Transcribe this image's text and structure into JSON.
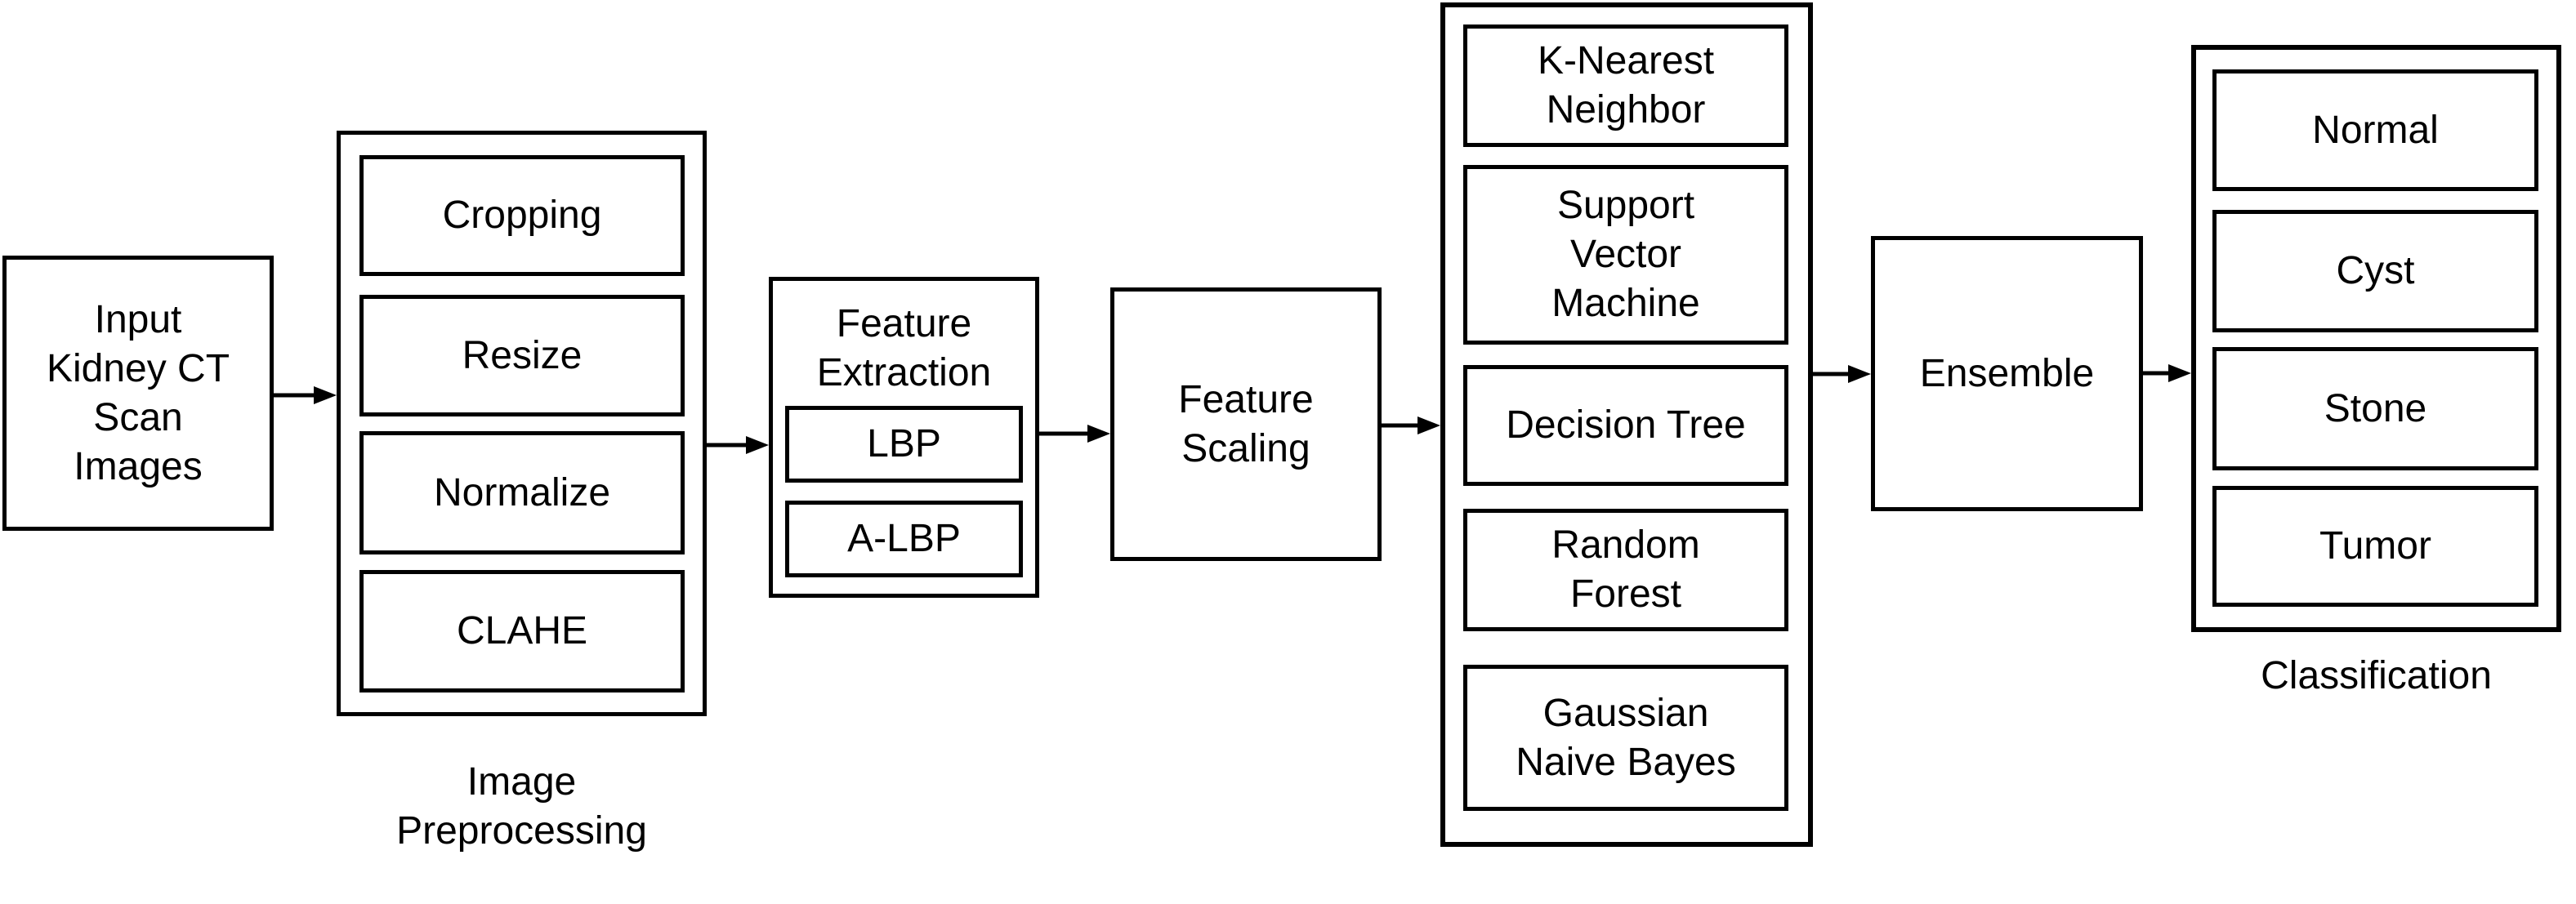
{
  "colors": {
    "stroke": "#000000",
    "background": "#ffffff",
    "text": "#000000"
  },
  "nodes": {
    "input": {
      "label": "Input\nKidney CT\nScan\nImages"
    },
    "feature_scaling": {
      "label": "Feature\nScaling"
    },
    "ensemble": {
      "label": "Ensemble"
    }
  },
  "groups": {
    "preprocessing": {
      "caption": "Image\nPreprocessing",
      "items": [
        "Cropping",
        "Resize",
        "Normalize",
        "CLAHE"
      ]
    },
    "feature_extraction": {
      "title": "Feature\nExtraction",
      "items": [
        "LBP",
        "A-LBP"
      ]
    },
    "classifiers": {
      "items": [
        "K-Nearest\nNeighbor",
        "Support\nVector\nMachine",
        "Decision Tree",
        "Random\nForest",
        "Gaussian\nNaive Bayes"
      ]
    },
    "classification": {
      "caption": "Classification",
      "items": [
        "Normal",
        "Cyst",
        "Stone",
        "Tumor"
      ]
    }
  }
}
